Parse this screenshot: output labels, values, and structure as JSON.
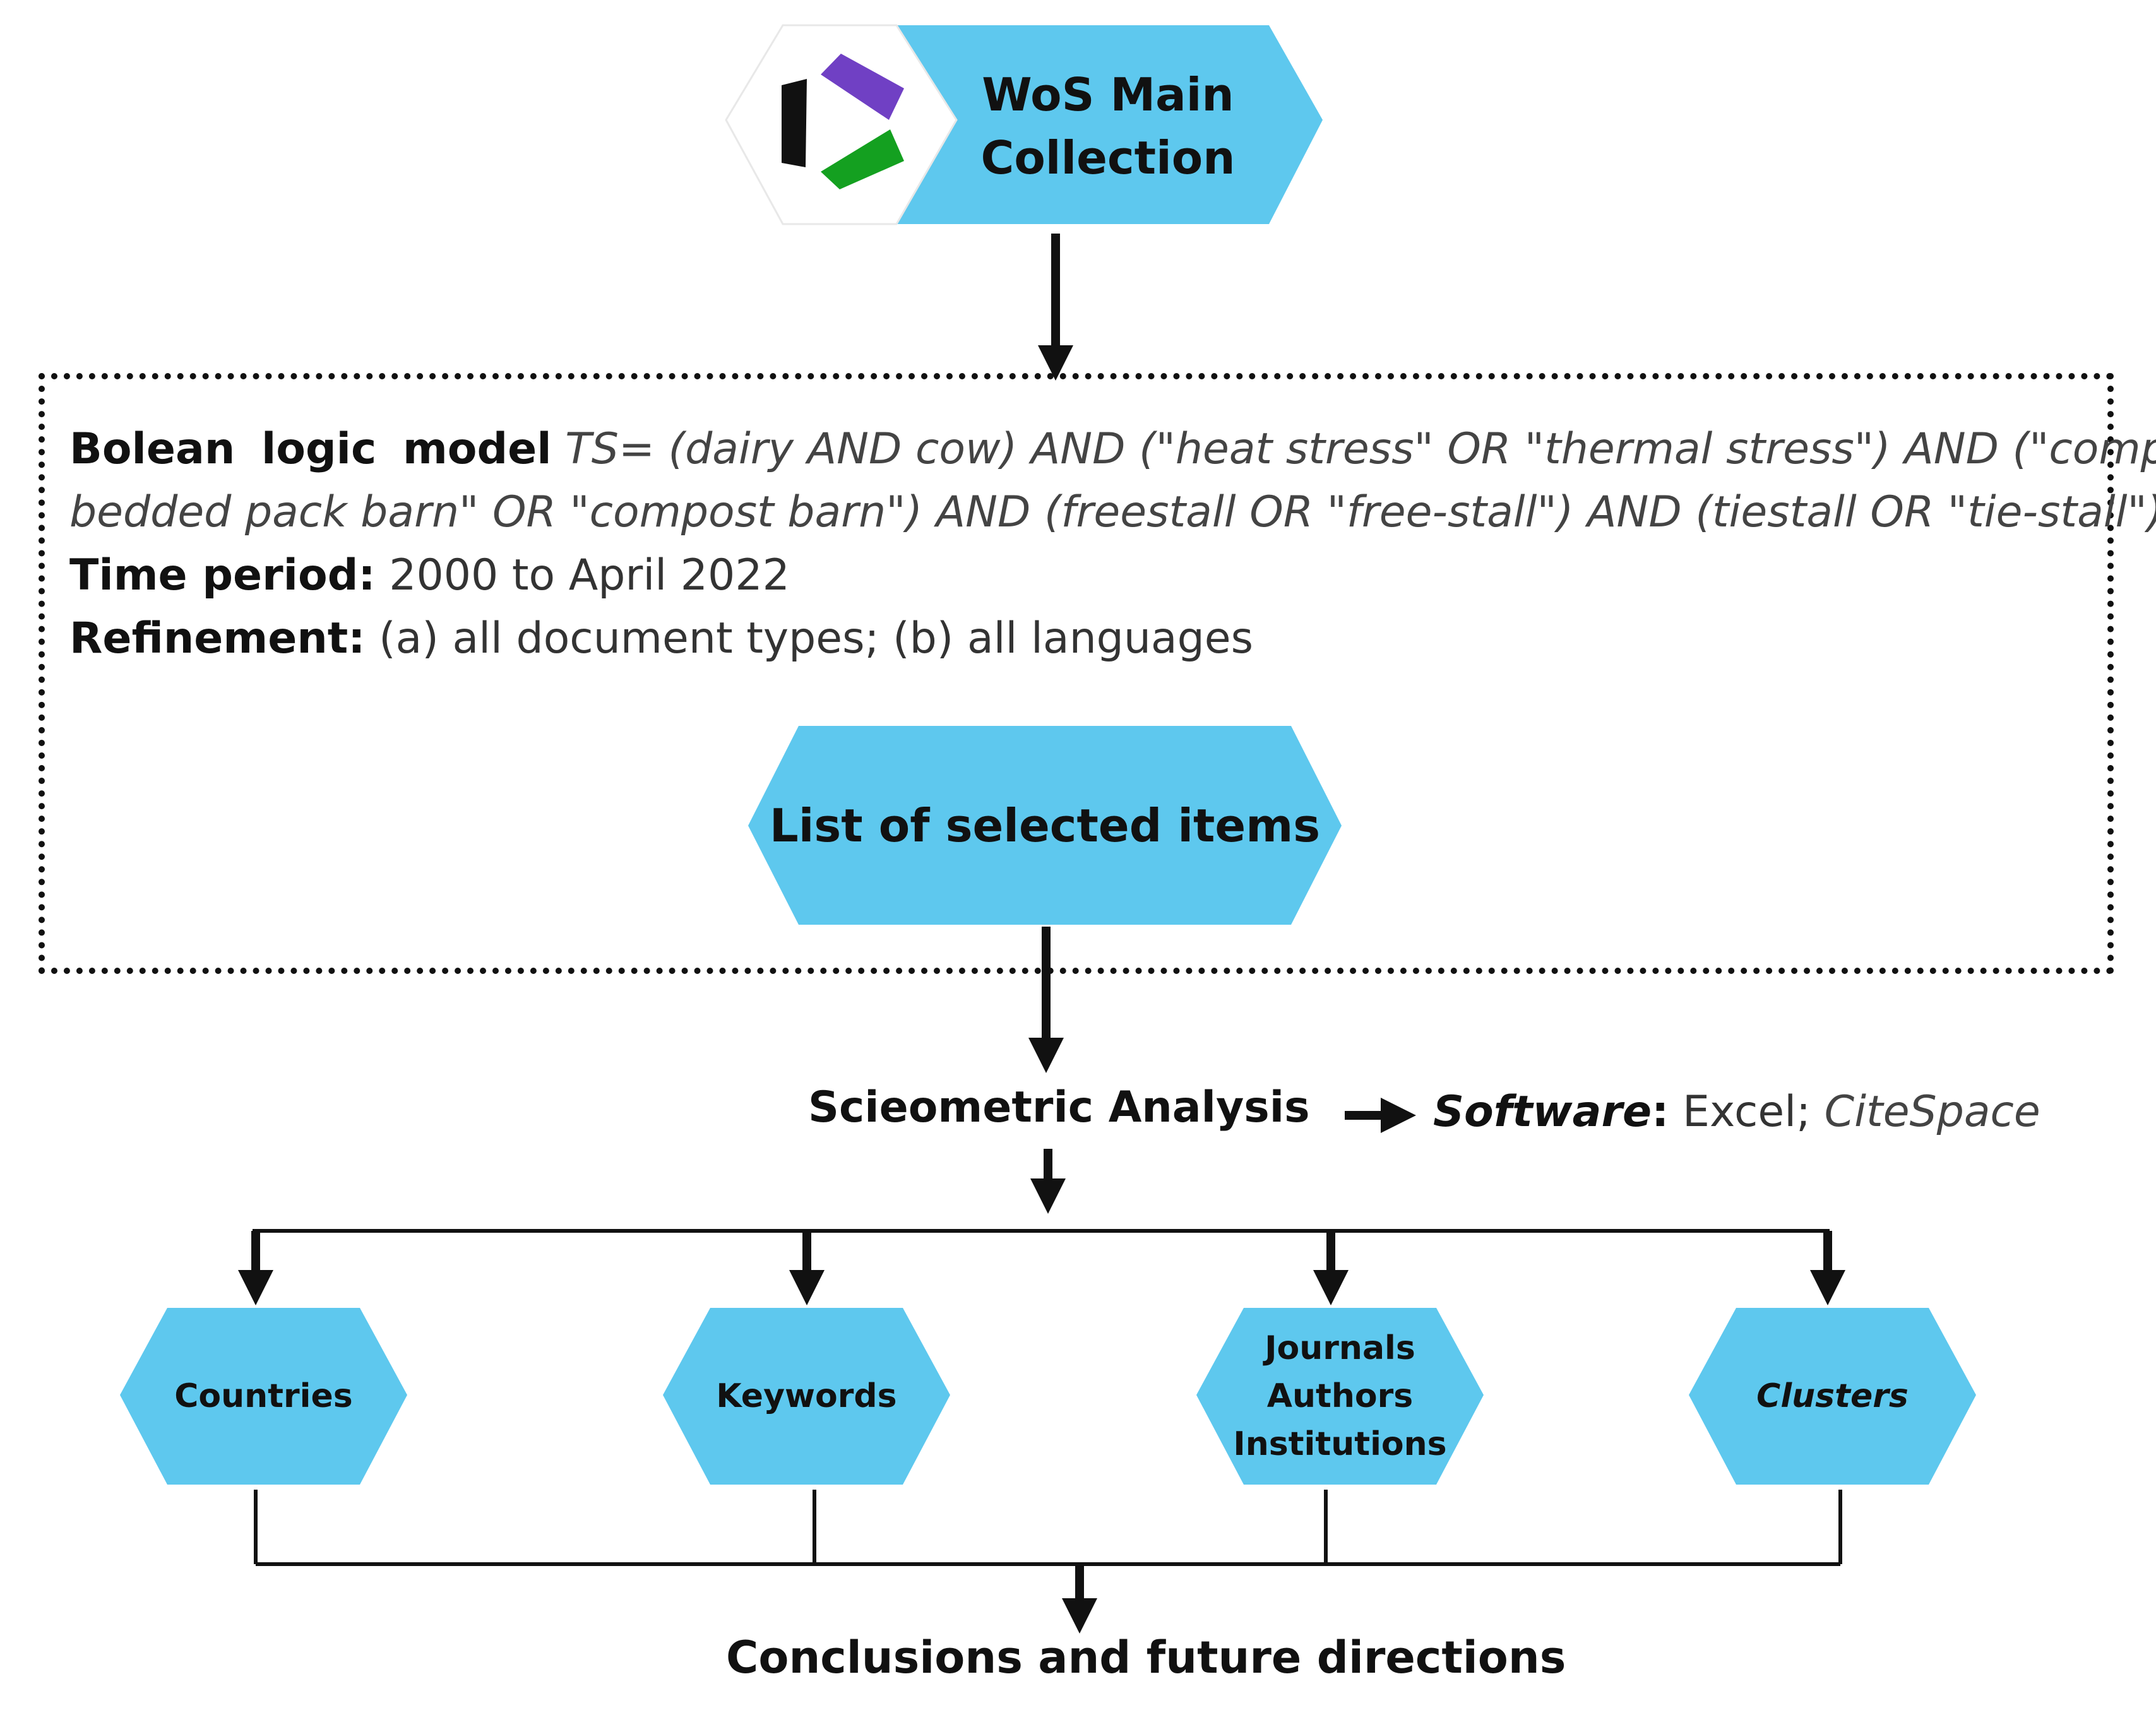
{
  "top_node": {
    "line1": "WoS Main",
    "line2": "Collection",
    "logo_icon": "clarivate-logo-icon"
  },
  "query": {
    "boolean_label": "Bolean logic model",
    "boolean_line1": "TS= (dairy AND cow) AND (\"heat stress\" OR \"thermal stress\") AND (\"compost-",
    "boolean_line2": "bedded pack barn\" OR \"compost barn\") AND (freestall OR \"free-stall\") AND (tiestall OR \"tie-stall\")",
    "time_label": "Time period:",
    "time_value": "2000 to April 2022",
    "refinement_label": "Refinement:",
    "refinement_value": "(a) all document types; (b) all languages"
  },
  "selected_node": "List of selected items",
  "analysis": {
    "title": "Scieometric Analysis",
    "software_label": "Software",
    "software_colon": ":",
    "software_excel": "Excel;",
    "software_citespace": "CiteSpace"
  },
  "outputs": [
    {
      "lines": [
        "Countries"
      ]
    },
    {
      "lines": [
        "Keywords"
      ]
    },
    {
      "lines": [
        "Journals",
        "Authors",
        "Institutions"
      ]
    },
    {
      "lines": [
        "Clusters"
      ]
    }
  ],
  "conclusion": "Conclusions and future directions",
  "colors": {
    "hex_fill": "#5ec8ee",
    "line": "#111111"
  }
}
